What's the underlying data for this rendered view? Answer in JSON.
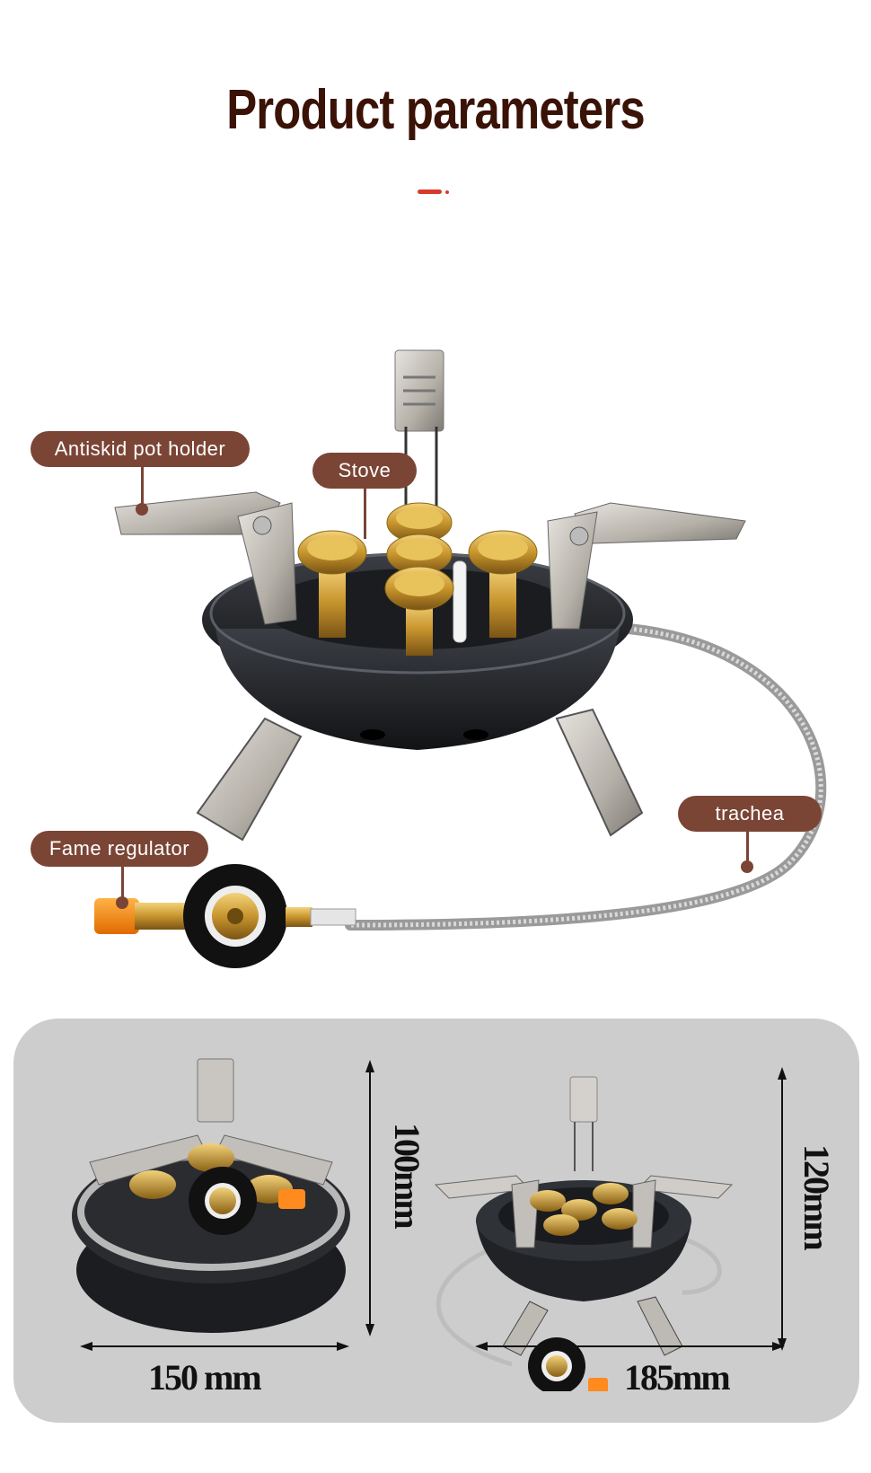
{
  "header": {
    "title": "Product parameters",
    "accent_color": "#d93a2c",
    "title_color": "#3a1206"
  },
  "callouts": {
    "color": "#7a4535",
    "items": [
      {
        "label": "Antiskid pot holder",
        "target": "pot-support-arm"
      },
      {
        "label": "Stove",
        "target": "burner-head"
      },
      {
        "label": "trachea",
        "target": "braided-gas-hose"
      },
      {
        "label": "Fame regulator",
        "target": "regulator-knob"
      }
    ]
  },
  "dimensions": {
    "panel_color": "#cdcdcd",
    "folded": {
      "height": "100mm",
      "width": "150 mm"
    },
    "unfolded": {
      "height": "120mm",
      "width": "185mm"
    }
  }
}
